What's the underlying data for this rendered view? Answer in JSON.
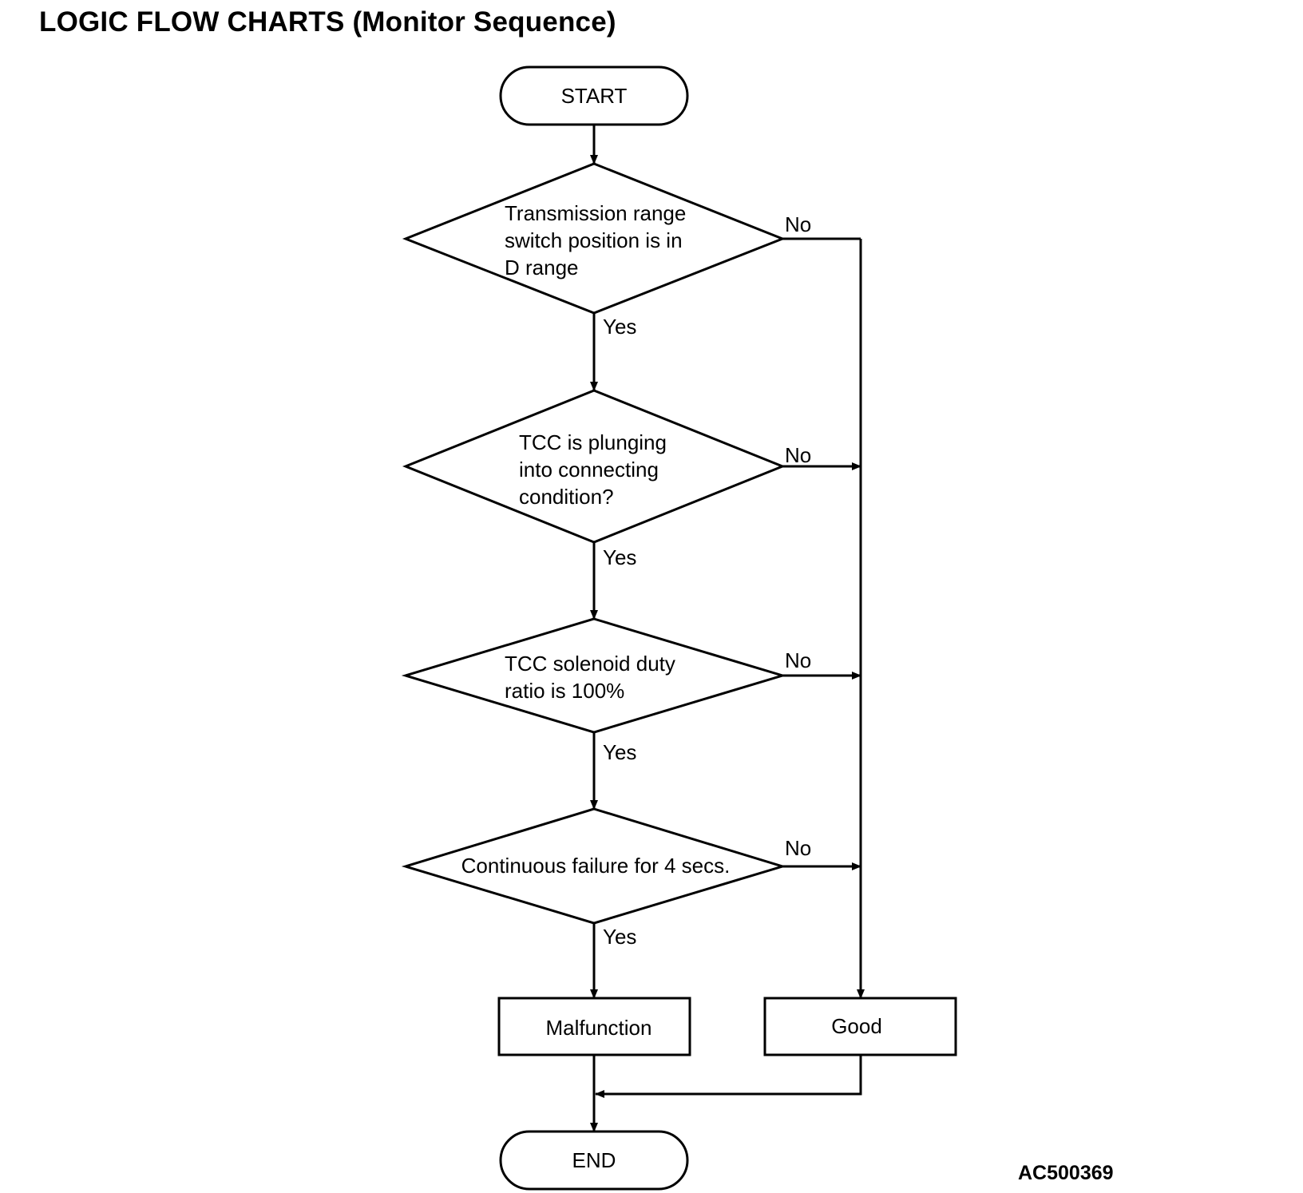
{
  "title": "LOGIC FLOW CHARTS (Monitor Sequence)",
  "figure_id": "AC500369",
  "nodes": {
    "start": "START",
    "decision1": [
      "Transmission range",
      "switch position is in",
      "D range"
    ],
    "decision2": [
      "TCC is plunging",
      "into connecting",
      "condition?"
    ],
    "decision3": [
      "TCC solenoid duty",
      "ratio is 100%"
    ],
    "decision4": [
      "Continuous failure for 4 secs."
    ],
    "malfunction": "Malfunction",
    "good": "Good",
    "end": "END"
  },
  "labels": {
    "yes": "Yes",
    "no": "No"
  }
}
